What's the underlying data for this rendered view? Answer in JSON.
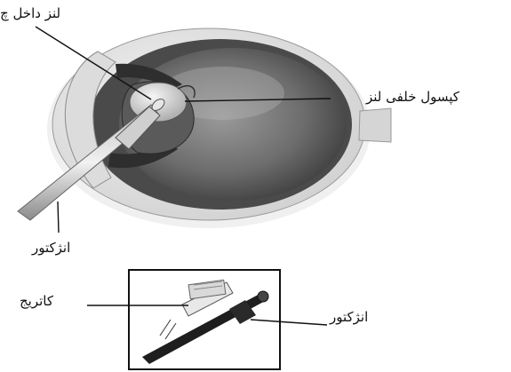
{
  "labels": {
    "iol": "لنز داخل چ",
    "posterior_capsule": "کپسول خلفی لنز",
    "injector_top": "انژکتور",
    "cartridge": "کاتریج",
    "injector_bottom": "انژکتور"
  },
  "colors": {
    "ink": "#111111",
    "sclera": "#e6e6e6",
    "choroid": "#4a4a4a",
    "vitreous": "#7a7a7a",
    "lens": "#d8d8d8"
  }
}
